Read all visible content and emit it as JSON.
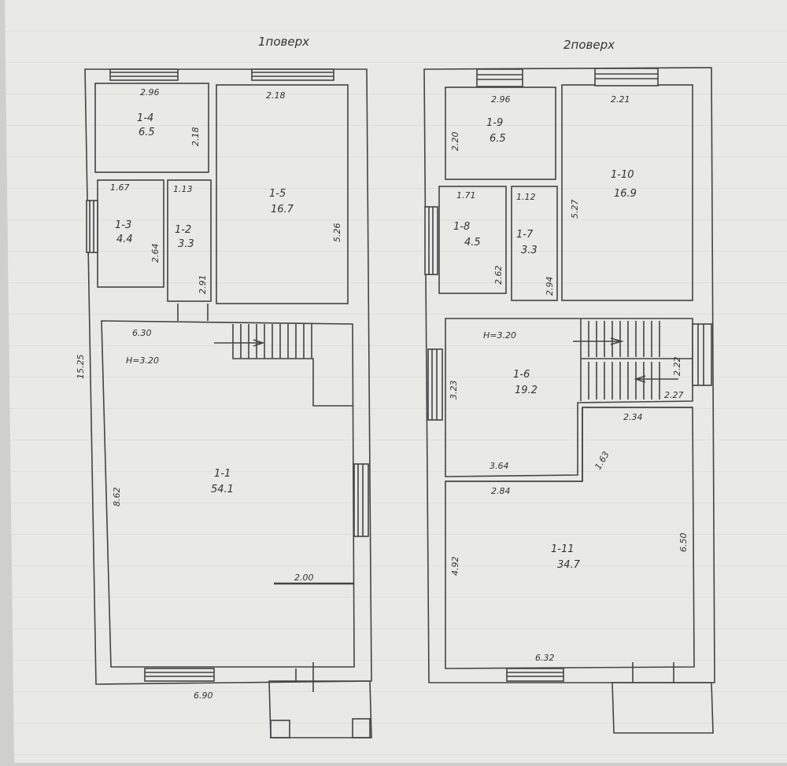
{
  "colors": {
    "paper": "#e9e9e5",
    "grid": "#d3d3cf",
    "ink": "#333333",
    "background": "#cfcfcb"
  },
  "floor1": {
    "title": "1поверх",
    "rooms": [
      {
        "id": "1-4",
        "code": "1-4",
        "area": "6.5",
        "dims": [
          "2.96",
          "2.18"
        ]
      },
      {
        "id": "1-5",
        "code": "1-5",
        "area": "16.7",
        "dims": [
          "2.18",
          "5.26"
        ]
      },
      {
        "id": "1-3",
        "code": "1-3",
        "area": "4.4",
        "dims": [
          "1.67",
          "2.64"
        ]
      },
      {
        "id": "1-2",
        "code": "1-2",
        "area": "3.3",
        "dims": [
          "1.13",
          "2.91"
        ]
      },
      {
        "id": "1-1",
        "code": "1-1",
        "area": "54.1",
        "dims": [
          "6.30",
          "8.62"
        ]
      }
    ],
    "height": "H=3.20",
    "total_length": "15.25",
    "width": "6.90",
    "inner_dim": "2.00"
  },
  "floor2": {
    "title": "2поверх",
    "rooms": [
      {
        "id": "1-9",
        "code": "1-9",
        "area": "6.5",
        "dims": [
          "2.96",
          "2.20"
        ]
      },
      {
        "id": "1-10",
        "code": "1-10",
        "area": "16.9",
        "dims": [
          "2.21",
          "5.27"
        ]
      },
      {
        "id": "1-8",
        "code": "1-8",
        "area": "4.5",
        "dims": [
          "1.71",
          "2.62"
        ]
      },
      {
        "id": "1-7",
        "code": "1-7",
        "area": "3.3",
        "dims": [
          "1.12",
          "2.94"
        ]
      },
      {
        "id": "1-6",
        "code": "1-6",
        "area": "19.2",
        "dims": [
          "3.64",
          "3.23"
        ]
      },
      {
        "id": "1-11",
        "code": "1-11",
        "area": "34.7",
        "dims": [
          "6.32",
          "4.92"
        ]
      }
    ],
    "height": "H=3.20",
    "extra_dims": [
      "2.84",
      "2.34",
      "1.63",
      "6.50",
      "2.22",
      "2.27"
    ]
  }
}
